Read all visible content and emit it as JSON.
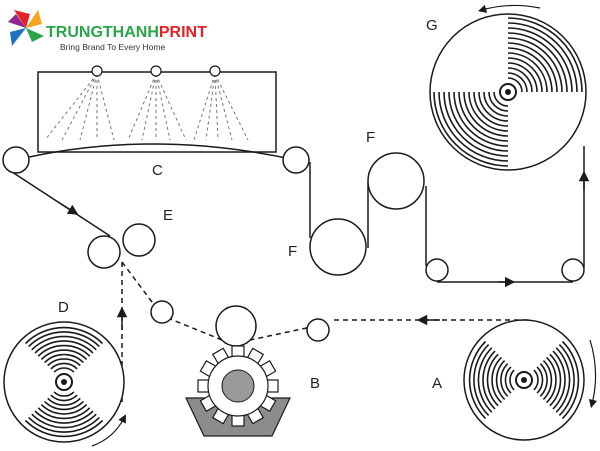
{
  "brand": {
    "name_green": "TRUNGTHANH",
    "name_red": "PRINT",
    "tagline": "Bring Brand To Every Home",
    "green": "#2aa54a",
    "red": "#e42229"
  },
  "labels": {
    "a": "A",
    "b": "B",
    "c": "C",
    "d": "D",
    "e": "E",
    "f1": "F",
    "f2": "F",
    "g": "G"
  },
  "colors": {
    "line": "#1a1a1a",
    "gear": "#9a9a9a",
    "tray": "#8c8c8c",
    "spray": "#777777"
  }
}
